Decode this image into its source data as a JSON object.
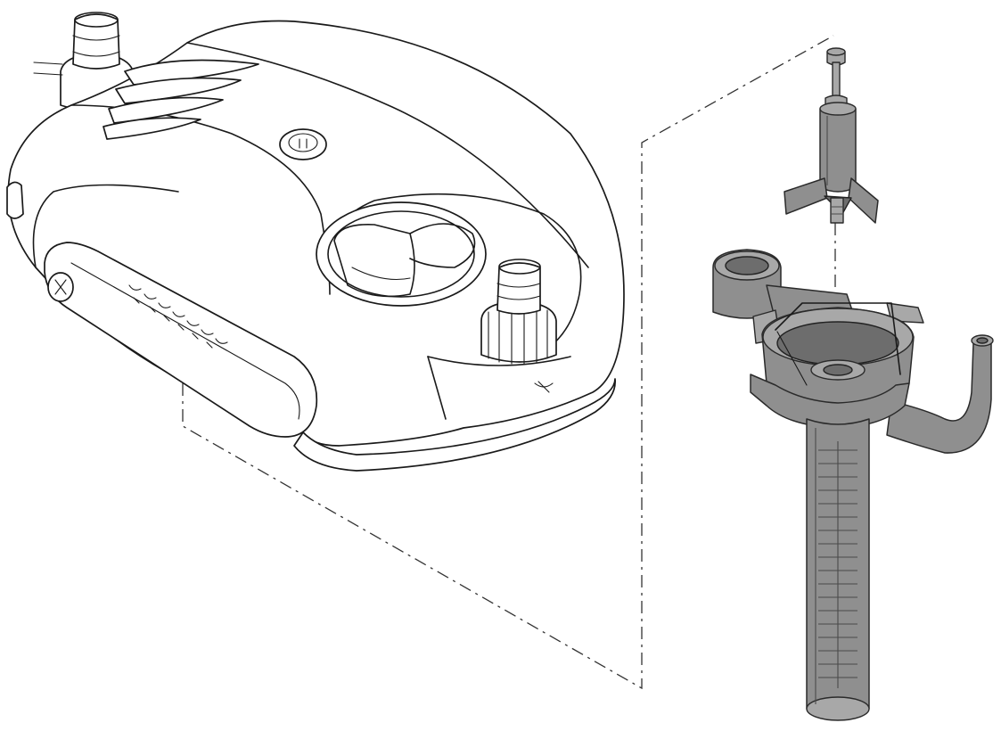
{
  "figure": {
    "parts": [
      {
        "id": "pump-housing",
        "icon": "pump-housing-illustration"
      },
      {
        "id": "impeller",
        "icon": "impeller-illustration"
      },
      {
        "id": "intake-assembly",
        "icon": "intake-strainer-illustration"
      }
    ],
    "colors": {
      "line": "#1a1a1a",
      "part_grey": "#8f8f8f",
      "background": "#ffffff"
    }
  }
}
